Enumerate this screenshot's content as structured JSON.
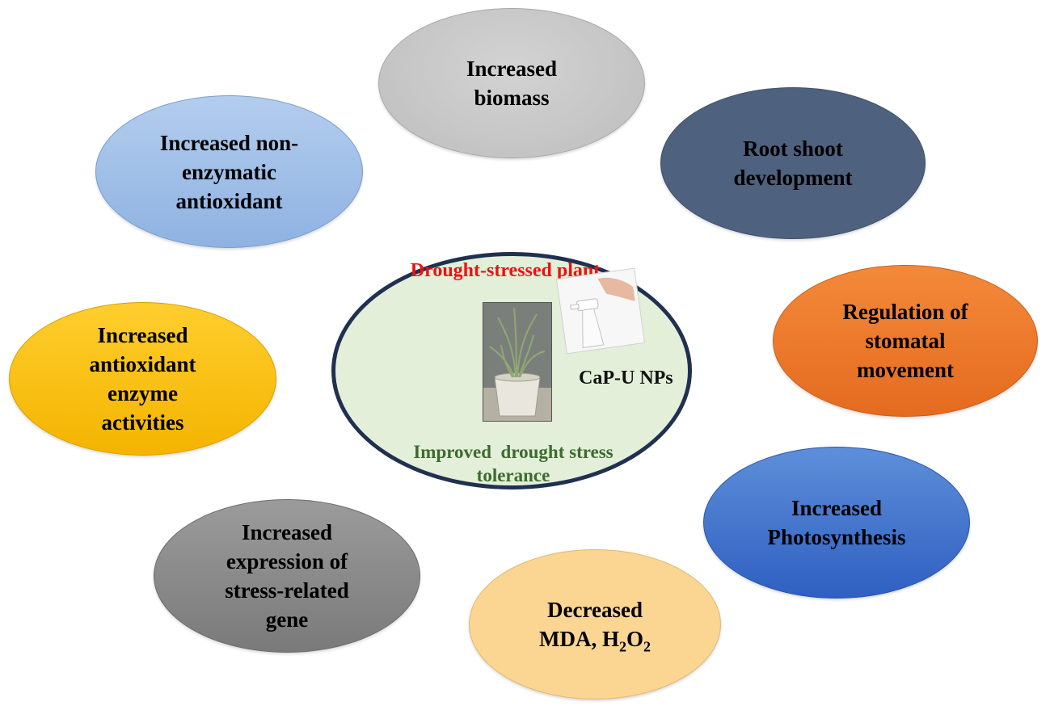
{
  "nodes": {
    "biomass": {
      "lines": [
        "Increased",
        "biomass"
      ]
    },
    "non_enzymatic": {
      "lines": [
        "Increased non-",
        "enzymatic",
        "antioxidant"
      ]
    },
    "root_shoot": {
      "lines": [
        "Root shoot",
        "development"
      ]
    },
    "stomatal": {
      "lines": [
        "Regulation of",
        "stomatal",
        "movement"
      ]
    },
    "enzyme": {
      "lines": [
        "Increased",
        "antioxidant",
        "enzyme",
        "activities"
      ]
    },
    "photosynthesis": {
      "lines": [
        "Increased",
        "Photosynthesis"
      ]
    },
    "gene": {
      "lines": [
        "Increased",
        "expression of",
        "stress-related",
        "gene"
      ]
    },
    "mda": {
      "line1": "Decreased",
      "line2_prefix": "MDA, H",
      "sub1": "2",
      "mid": "O",
      "sub2": "2"
    }
  },
  "center": {
    "title": "Drought-stressed plant",
    "treatment": "CaP-U NPs",
    "outcome_line1": "Improved  drought stress",
    "outcome_line2": "tolerance"
  },
  "colors": {
    "title_red": "#ee1111",
    "outcome_green": "#3d6b2f",
    "center_border": "#1f3050",
    "center_fill": "#e3efd9"
  }
}
